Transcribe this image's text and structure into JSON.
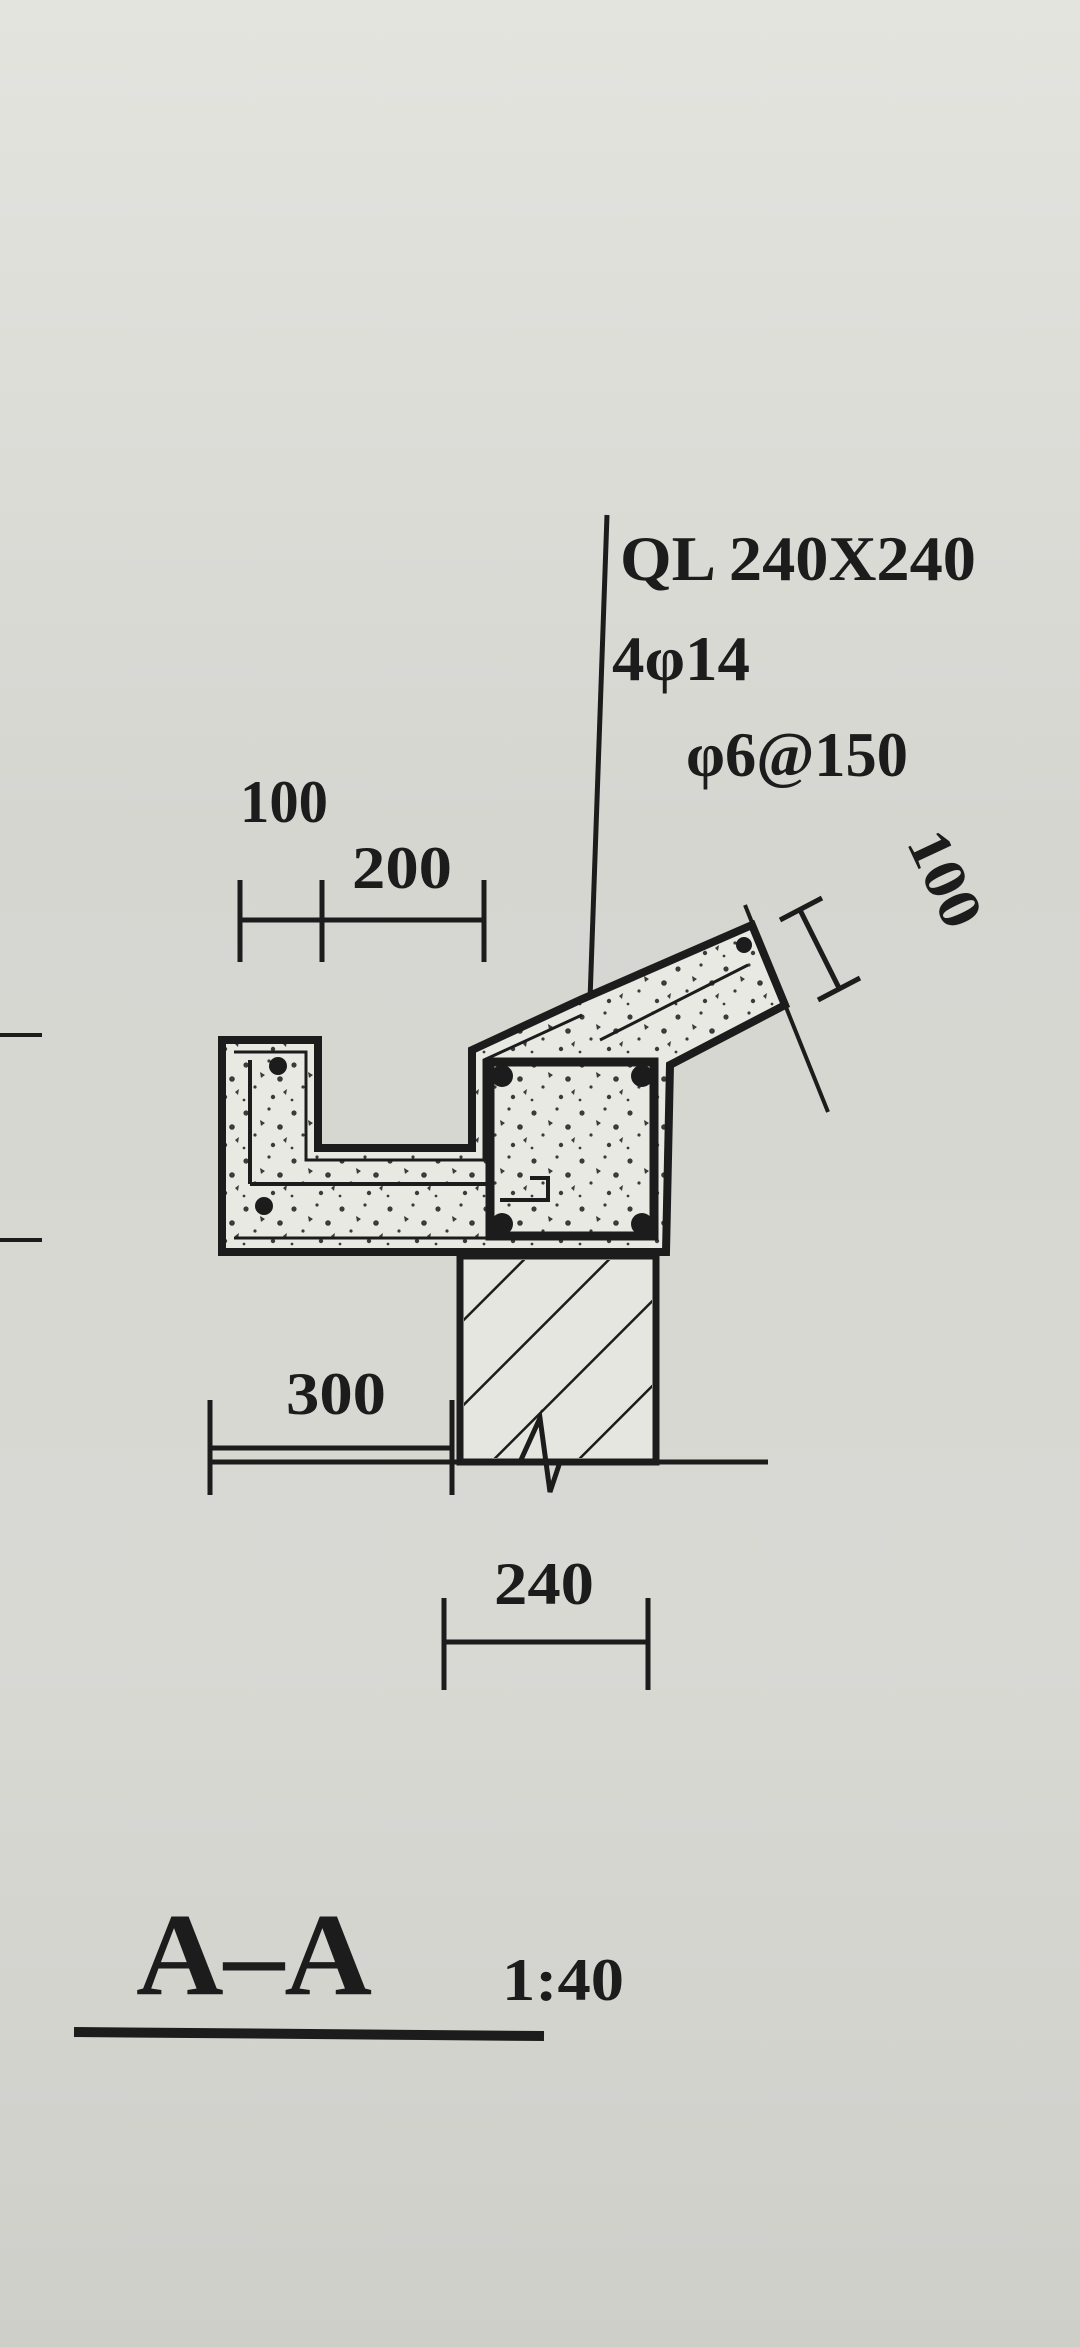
{
  "drawing": {
    "colors": {
      "paper": "#dcdcd7",
      "ink": "#1c1c1c"
    },
    "annotation": {
      "line1": "QL 240X240",
      "line2": "4φ14",
      "line3": "φ6@150"
    },
    "dimensions": {
      "top_left": "100",
      "top_right": "200",
      "slope_thickness": "100",
      "bottom_left": "300",
      "wall": "240"
    },
    "title": {
      "label": "A–A",
      "scale": "1:40"
    }
  }
}
